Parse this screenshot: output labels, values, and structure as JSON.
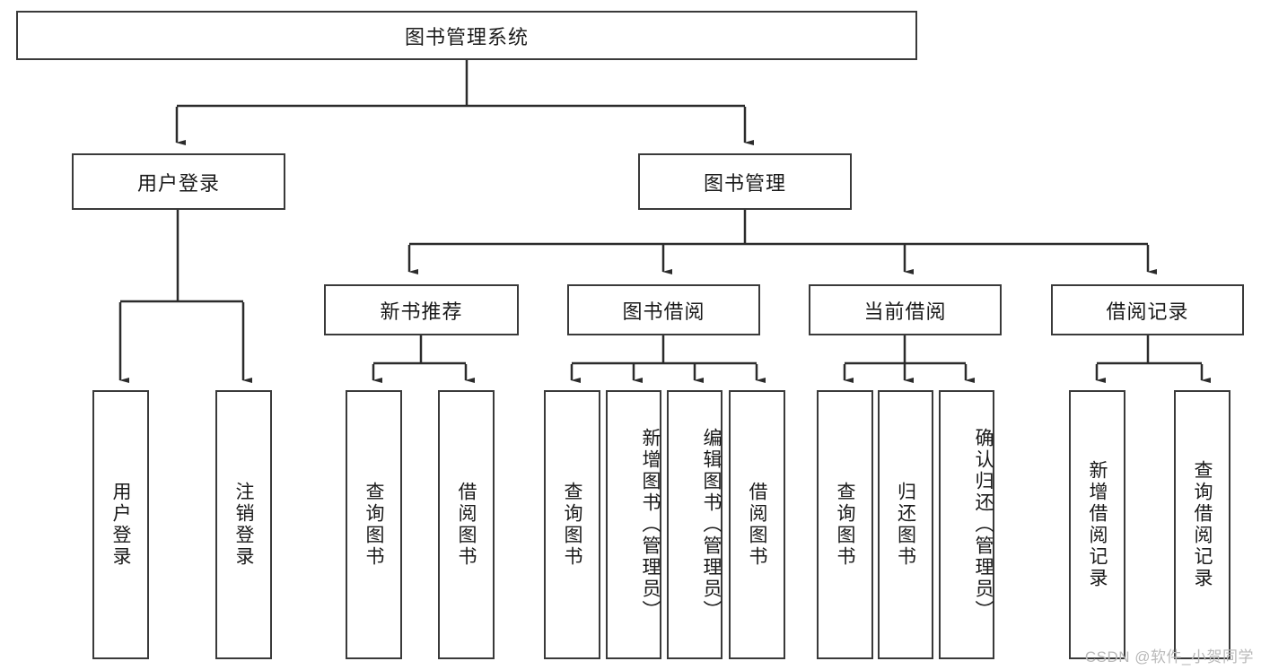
{
  "diagram": {
    "title": "图书管理系统",
    "type": "tree-hierarchy-diagram",
    "colors": {
      "box_border": "#3a3a3a",
      "box_fill": "#ffffff",
      "line": "#2b2b2b",
      "text": "#1a1a1a",
      "watermark": "#b9b9b9",
      "background": "#ffffff"
    },
    "root": {
      "label": "图书管理系统"
    },
    "level2": [
      {
        "label": "用户登录"
      },
      {
        "label": "图书管理"
      }
    ],
    "level3": [
      {
        "label": "新书推荐"
      },
      {
        "label": "图书借阅"
      },
      {
        "label": "当前借阅"
      },
      {
        "label": "借阅记录"
      }
    ],
    "leaves": {
      "user_login": [
        {
          "label": "用户登录"
        },
        {
          "label": "注销登录"
        }
      ],
      "new_book_recommend": [
        {
          "label": "查询图书"
        },
        {
          "label": "借阅图书"
        }
      ],
      "book_borrow": [
        {
          "label": "查询图书"
        },
        {
          "label": "新增图书（管理员）"
        },
        {
          "label": "编辑图书（管理员）"
        },
        {
          "label": "借阅图书"
        }
      ],
      "current_borrow": [
        {
          "label": "查询图书"
        },
        {
          "label": "归还图书"
        },
        {
          "label": "确认归还（管理员）"
        }
      ],
      "borrow_record": [
        {
          "label": "新增借阅记录"
        },
        {
          "label": "查询借阅记录"
        }
      ]
    }
  },
  "watermark": {
    "text": "CSDN @软件_小贺同学"
  }
}
